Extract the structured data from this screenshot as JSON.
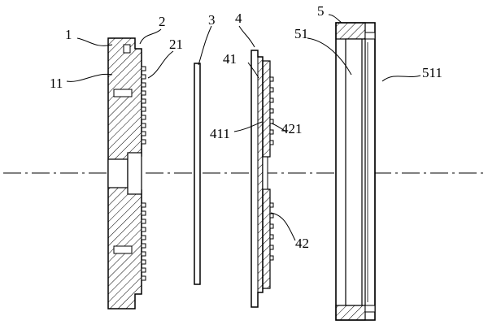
{
  "drawing": {
    "labels": {
      "n1": "1",
      "n2": "2",
      "n21": "21",
      "n11": "11",
      "n3": "3",
      "n4": "4",
      "n41": "41",
      "n411": "411",
      "n421": "421",
      "n42": "42",
      "n5": "5",
      "n51": "51",
      "n511": "511"
    }
  }
}
